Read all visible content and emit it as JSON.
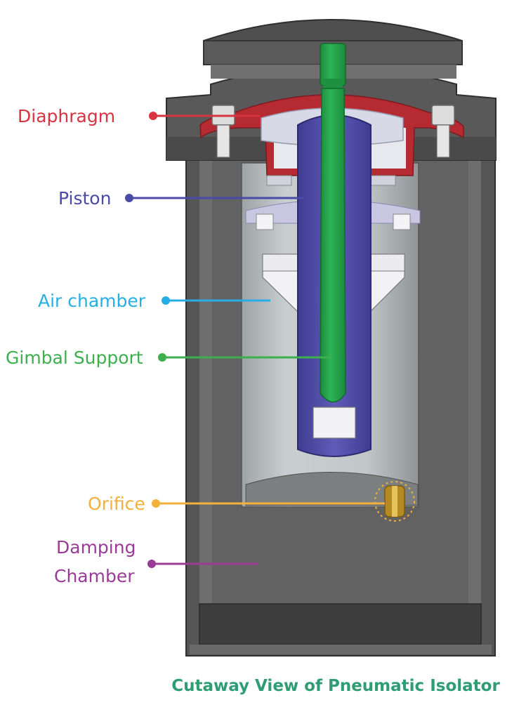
{
  "labels": {
    "diaphragm": {
      "text": "Diaphragm",
      "color": "#d6343f"
    },
    "piston": {
      "text": "Piston",
      "color": "#4b4aa8"
    },
    "air_chamber": {
      "text": "Air chamber",
      "color": "#27aee4"
    },
    "gimbal_support": {
      "text": "Gimbal Support",
      "color": "#3daf4d"
    },
    "orifice": {
      "text": "Orifice",
      "color": "#f3b13c"
    },
    "damping_chamber": {
      "line1": "Damping",
      "line2": "Chamber",
      "color": "#9a3c97"
    }
  },
  "caption": {
    "text": "Cutaway View of Pneumatic Isolator",
    "color": "#2f9d74"
  },
  "colors": {
    "housing": "#5b5b5b",
    "housing_dark": "#3e3e3e",
    "housing_light": "#7a7a7a",
    "inner_cylinder": "#b9bfc0",
    "piston": "#5350a8",
    "rod": "#22a24a",
    "diaphragm": "#b62a31",
    "orifice": "#b58a22"
  }
}
